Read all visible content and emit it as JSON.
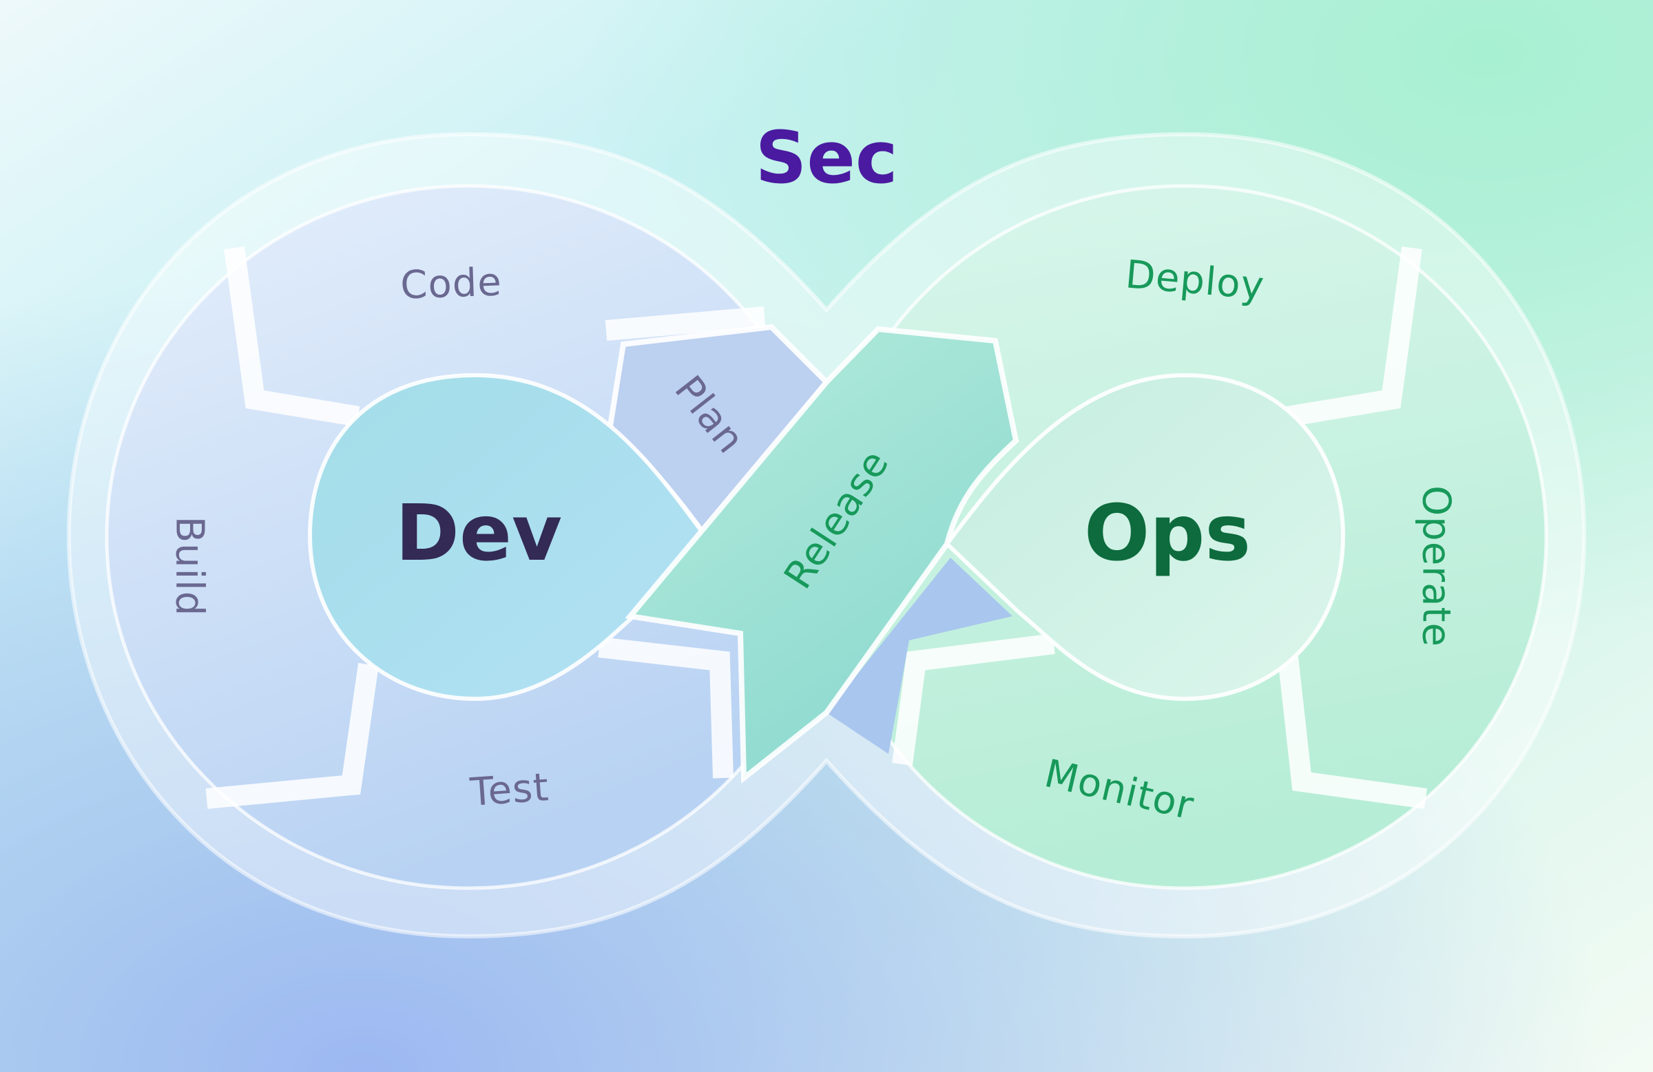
{
  "title": "Sec",
  "hubs": {
    "dev": "Dev",
    "ops": "Ops"
  },
  "dev_stages": {
    "code": "Code",
    "plan": "Plan",
    "build": "Build",
    "test": "Test"
  },
  "release": "Release",
  "ops_stages": {
    "deploy": "Deploy",
    "operate": "Operate",
    "monitor": "Monitor"
  },
  "colors": {
    "sec": "#4a1aa0",
    "dev_text": "#332a55",
    "dev_stage_text": "#6a6890",
    "ops_text": "#0d6b3d",
    "ops_stage_text": "#17995a"
  }
}
